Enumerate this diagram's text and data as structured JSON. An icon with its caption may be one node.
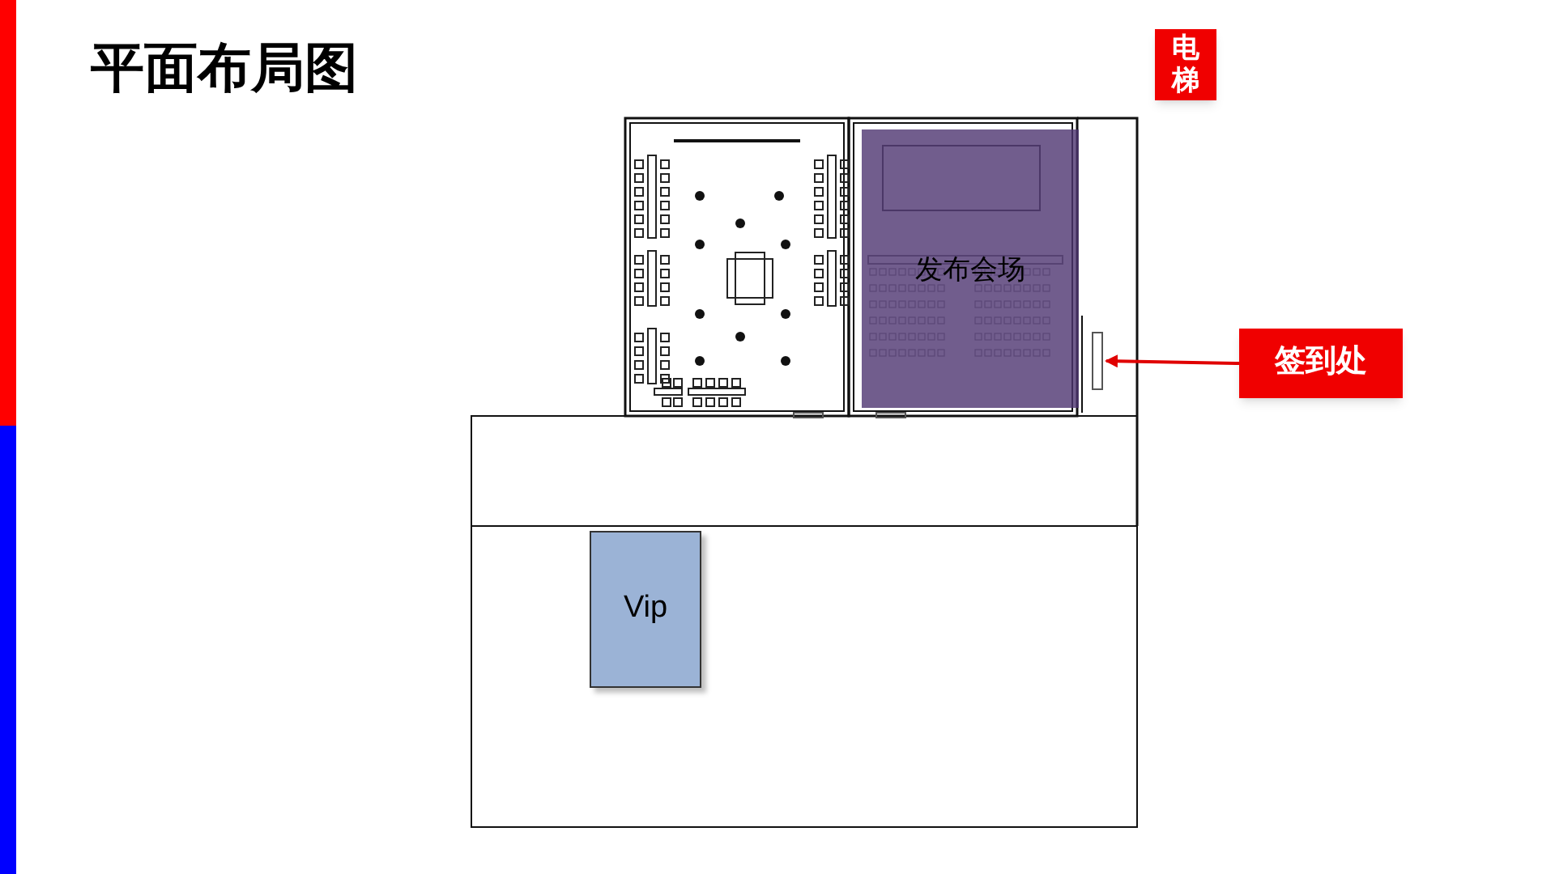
{
  "diagram": {
    "title": "平面布局图",
    "nodes": [
      {
        "text": [
          "电梯"
        ]
      },
      {
        "text": [
          "发布会场"
        ]
      },
      {
        "text": [
          "签到处"
        ]
      },
      {
        "text": [
          "Vip"
        ]
      },
      {
        "text": [],
        "shape": "box"
      }
    ],
    "edges": [
      {
        "from": 2,
        "to": 4,
        "arrow": "to",
        "color": "#e00000"
      }
    ]
  }
}
